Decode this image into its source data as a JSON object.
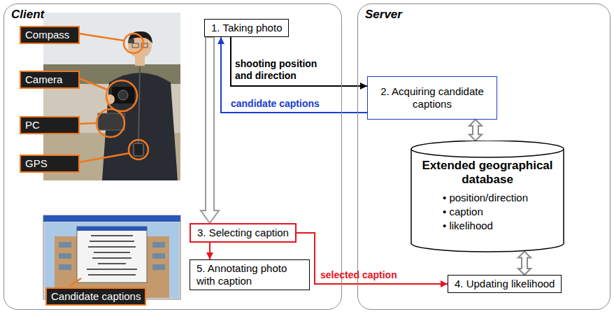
{
  "diagram": {
    "nodes": [
      {
        "text": [
          "Client"
        ]
      },
      {
        "text": [
          "Server"
        ]
      },
      {
        "text": [
          "1. Taking photo"
        ],
        "in": 0
      },
      {
        "text": [
          "2. Acquiring candidate captions"
        ],
        "in": 1
      },
      {
        "text": [
          "3. Selecting caption"
        ],
        "in": 0
      },
      {
        "text": [
          "4. Updating likelihood"
        ],
        "in": 1
      },
      {
        "text": [
          "5. Annotating photo with caption"
        ],
        "in": 0
      },
      {
        "text": [
          "Extended geographical database",
          "• position/direction",
          "• caption",
          "• likelihood"
        ],
        "in": 1
      },
      {
        "text": [
          "Compass"
        ],
        "in": 0
      },
      {
        "text": [
          "Camera"
        ],
        "in": 0
      },
      {
        "text": [
          "PC"
        ],
        "in": 0
      },
      {
        "text": [
          "GPS"
        ],
        "in": 0
      },
      {
        "text": [
          "Candidate captions"
        ],
        "in": 0
      }
    ],
    "edges": [
      {
        "from": 2,
        "to": 4,
        "arrow": "to"
      },
      {
        "from": 2,
        "to": 3,
        "label": "shooting position and direction",
        "arrow": "to"
      },
      {
        "from": 3,
        "to": 2,
        "label": "candidate captions",
        "arrow": "to"
      },
      {
        "from": 4,
        "to": 5,
        "label": "selected caption",
        "arrow": "to"
      },
      {
        "from": 4,
        "to": 6,
        "arrow": "to"
      },
      {
        "from": 3,
        "to": 7,
        "arrow": "both"
      },
      {
        "from": 7,
        "to": 5,
        "arrow": "both"
      }
    ]
  }
}
